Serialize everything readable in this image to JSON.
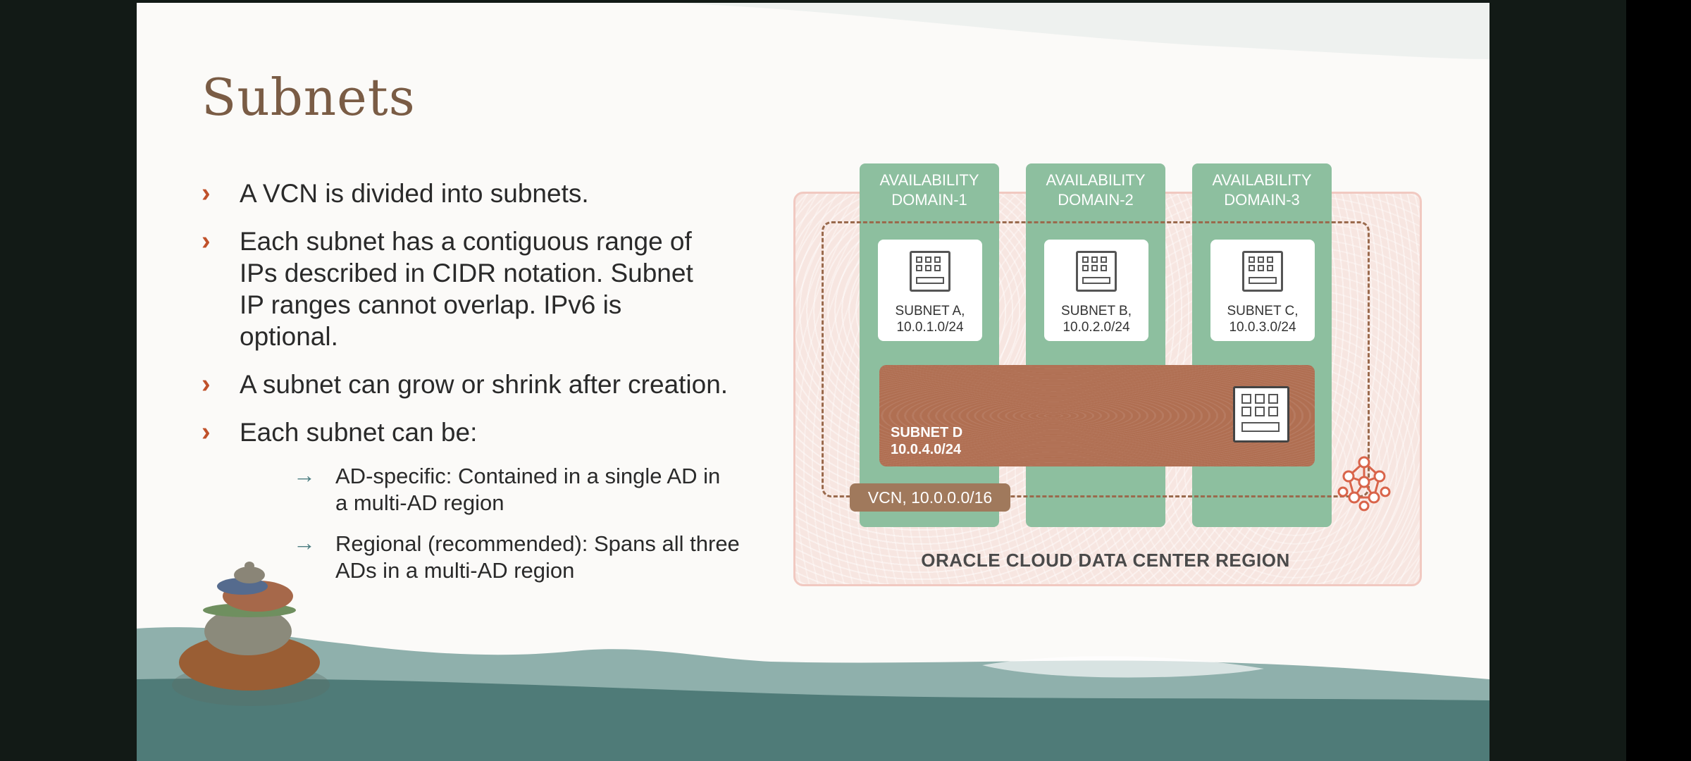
{
  "slide": {
    "title": "Subnets",
    "bullets": [
      "A VCN is divided into subnets.",
      "Each subnet has a contiguous range of IPs described in CIDR notation. Subnet IP ranges cannot overlap. IPv6 is optional.",
      "A subnet can grow or shrink after creation.",
      "Each subnet can be:"
    ],
    "sub_bullets": [
      "AD-specific: Contained in a single AD in a multi-AD region",
      "Regional (recommended): Spans all three ADs in a multi-AD region"
    ],
    "bullet_icon": "chevron-right-icon",
    "sub_bullet_icon": "arrow-right-icon"
  },
  "diagram": {
    "availability_domains": [
      {
        "line1": "AVAILABILITY",
        "line2": "DOMAIN-1"
      },
      {
        "line1": "AVAILABILITY",
        "line2": "DOMAIN-2"
      },
      {
        "line1": "AVAILABILITY",
        "line2": "DOMAIN-3"
      }
    ],
    "subnets": [
      {
        "name": "SUBNET A,",
        "cidr": "10.0.1.0/24"
      },
      {
        "name": "SUBNET B,",
        "cidr": "10.0.2.0/24"
      },
      {
        "name": "SUBNET C,",
        "cidr": "10.0.3.0/24"
      }
    ],
    "subnet_d": {
      "name": "SUBNET D",
      "cidr": "10.0.4.0/24"
    },
    "vcn_label": "VCN, 10.0.0.0/16",
    "region_label": "ORACLE CLOUD DATA CENTER REGION"
  },
  "colors": {
    "title": "#7a5c45",
    "chevron": "#c0512a",
    "arrow": "#4f7f83",
    "ad": "#8dbf9f",
    "subnet_d": "#b06f52",
    "region_border": "#f1c9c1",
    "vcn_dashed": "#9a6a4d"
  }
}
